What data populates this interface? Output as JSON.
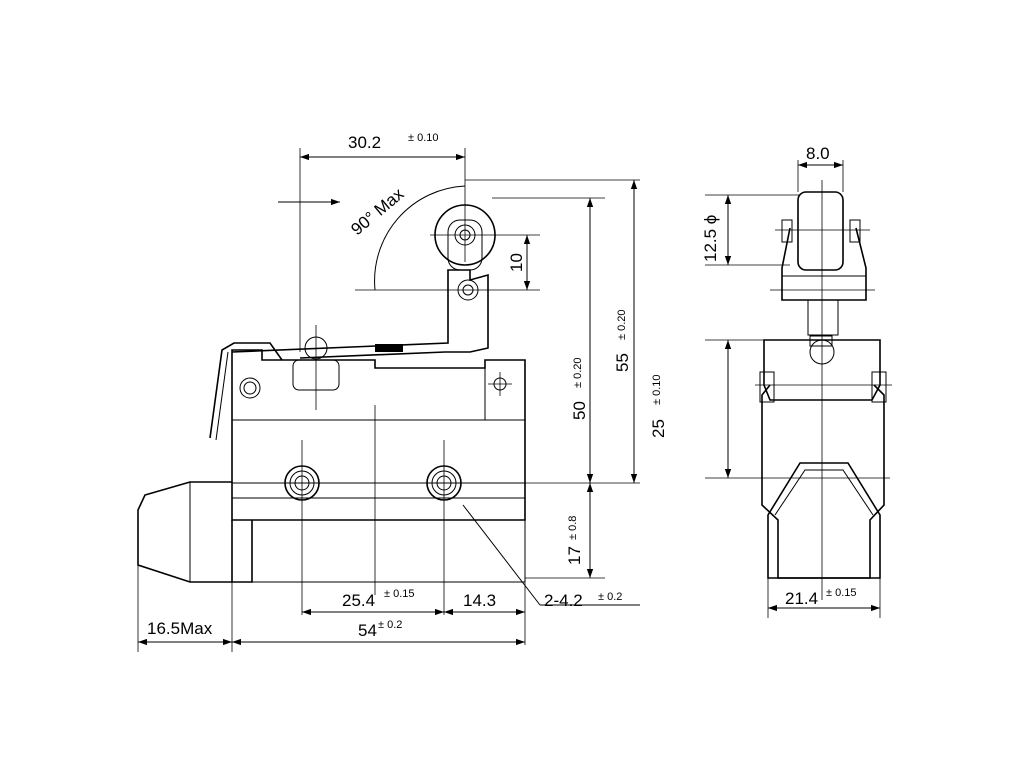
{
  "dimensions": {
    "arm_offset": "30.2",
    "arm_offset_tol": "± 0.10",
    "angle": "90° Max",
    "roller_pitch": "10",
    "height_55": "55",
    "height_55_tol": "± 0.20",
    "height_50": "50",
    "height_50_tol": "± 0.20",
    "height_25": "25",
    "height_25_tol": "± 0.10",
    "height_17": "17",
    "height_17_tol": "± 0.8",
    "hole_pitch": "25.4",
    "hole_pitch_tol": "± 0.15",
    "hole_to_end": "14.3",
    "hole_dia": "2-4.2",
    "hole_dia_tol": "± 0.2",
    "plunger_len": "16.5Max",
    "body_len": "54",
    "body_len_tol": "± 0.2",
    "roller_width": "8.0",
    "roller_dia": "12.5 ϕ",
    "body_width": "21.4",
    "body_width_tol": "± 0.15"
  }
}
